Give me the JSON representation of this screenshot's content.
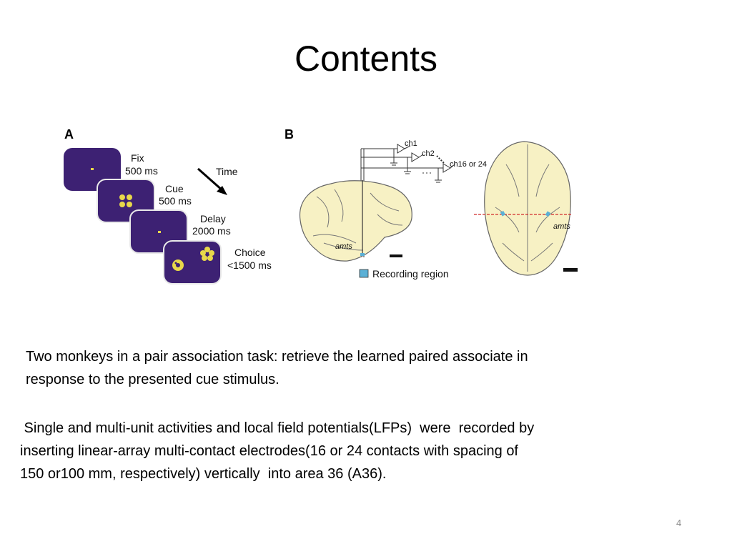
{
  "slide": {
    "title": "Contents",
    "page_number": "4"
  },
  "figure_a": {
    "panel_letter": "A",
    "screens": [
      {
        "name": "Fix",
        "duration": "500 ms"
      },
      {
        "name": "Cue",
        "duration": "500 ms"
      },
      {
        "name": "Delay",
        "duration": "2000 ms"
      },
      {
        "name": "Choice",
        "duration": "<1500 ms"
      }
    ],
    "time_label": "Time",
    "colors": {
      "screen": "#3d2173",
      "stimulus": "#e8d84a"
    }
  },
  "figure_b": {
    "panel_letter": "B",
    "channels": [
      "ch1",
      "ch2",
      "ch16 or 24"
    ],
    "region_label_left": "amts",
    "region_label_right": "amts",
    "legend_label": "Recording region",
    "colors": {
      "brain": "#f7f1c4",
      "recording": "#5bb0d6",
      "section_line": "#d12a2a"
    }
  },
  "text": {
    "paragraph1": [
      "Two monkeys in a pair association task: retrieve the learned paired associate in",
      "response to the presented cue stimulus."
    ],
    "paragraph2": [
      " Single and multi-unit activities and local field potentials(LFPs)  were  recorded by",
      "inserting linear-array multi-contact electrodes(16 or 24 contacts with spacing of",
      "150 or100 mm, respectively) vertically  into area 36 (A36)."
    ]
  }
}
